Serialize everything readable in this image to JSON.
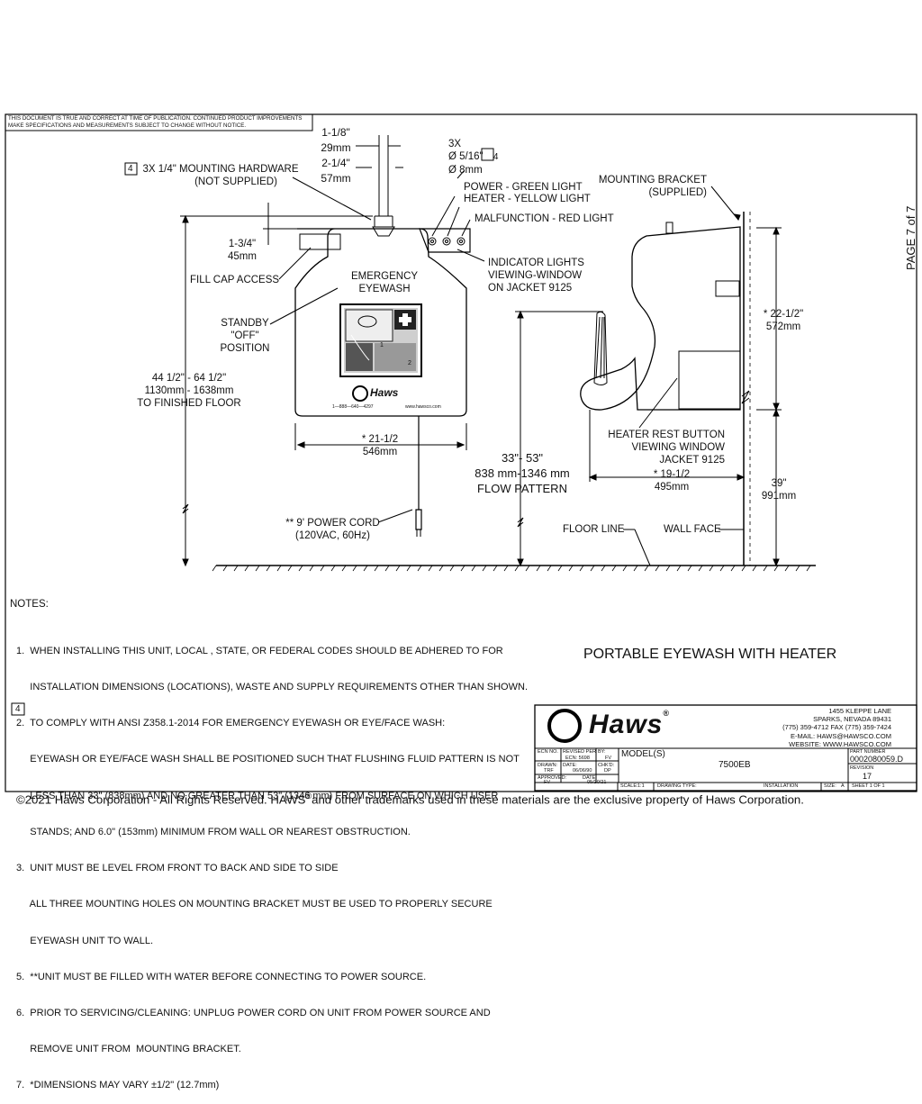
{
  "disclaimer": [
    "THIS DOCUMENT IS TRUE AND CORRECT AT TIME OF PUBLICATION. CONTINUED PRODUCT IMPROVEMENTS",
    "MAKE SPECIFICATIONS AND MEASUREMENTS SUBJECT TO CHANGE WITHOUT NOTICE."
  ],
  "page_label": "PAGE 7 of 7",
  "dims": {
    "top_width": [
      "1-1/8\"",
      "29mm",
      "2-1/4\"",
      "57mm"
    ],
    "holes": [
      "3X",
      "Ø 5/16\"",
      "4",
      "Ø 8mm"
    ],
    "hardware": [
      "3X 1/4\" MOUNTING HARDWARE",
      "(NOT SUPPLIED)"
    ],
    "hardware_ref": "4",
    "top_gap": [
      "1-3/4\"",
      "45mm"
    ],
    "height_to_floor": [
      "44 1/2\" - 64 1/2\"",
      "1130mm - 1638mm",
      "TO FINISHED FLOOR"
    ],
    "unit_width": [
      "* 21-1/2",
      "546mm"
    ],
    "flow_pattern": [
      "33\"- 53\"",
      "838 mm-1346 mm",
      "FLOW PATTERN"
    ],
    "depth": [
      "* 19-1/2",
      "495mm"
    ],
    "side_height": [
      "* 22-1/2\"",
      "572mm"
    ],
    "floor_height": [
      "39\"",
      "991mm"
    ]
  },
  "callouts": {
    "power_light": "POWER - GREEN LIGHT",
    "heater_light": "HEATER - YELLOW LIGHT",
    "malfunction_light": "MALFUNCTION - RED LIGHT",
    "mounting_bracket": [
      "MOUNTING BRACKET",
      "(SUPPLIED)"
    ],
    "fill_cap": "FILL CAP ACCESS",
    "indicator": [
      "INDICATOR LIGHTS",
      "VIEWING-WINDOW",
      "ON JACKET 9125"
    ],
    "standby": [
      "STANDBY",
      "\"OFF\"",
      "POSITION"
    ],
    "heater_rest": [
      "HEATER REST BUTTON",
      "VIEWING WINDOW",
      "JACKET 9125"
    ],
    "power_cord": [
      "** 9' POWER CORD",
      "(120VAC, 60Hz)"
    ],
    "floor_line": "FLOOR LINE",
    "wall_face": "WALL FACE"
  },
  "unit": {
    "title": [
      "EMERGENCY",
      "EYEWASH"
    ],
    "phone": "1—888—640—4297",
    "web": "www.hawsco.com",
    "logo": "Haws",
    "panel_numbers": [
      "1",
      "2"
    ]
  },
  "notes_title": "NOTES:",
  "notes": [
    "1.  WHEN INSTALLING THIS UNIT, LOCAL , STATE, OR FEDERAL CODES SHOULD BE ADHERED TO FOR",
    "     INSTALLATION DIMENSIONS (LOCATIONS), WASTE AND SUPPLY REQUIREMENTS OTHER THAN SHOWN.",
    "2.  TO COMPLY WITH ANSI Z358.1-2014 FOR EMERGENCY EYEWASH OR EYE/FACE WASH:",
    "     EYEWASH OR EYE/FACE WASH SHALL BE POSITIONED SUCH THAT FLUSHING FLUID PATTERN IS NOT",
    "     LESS THAN 33\" (838mm) AND NO GREATER THAN 53\" (1346 mm) FROM SURFACE ON WHICH USER",
    "     STANDS; AND 6.0\" (153mm) MINIMUM FROM WALL OR NEAREST OBSTRUCTION.",
    "3.  UNIT MUST BE LEVEL FROM FRONT TO BACK AND SIDE TO SIDE",
    "     ALL THREE MOUNTING HOLES ON MOUNTING BRACKET MUST BE USED TO PROPERLY SECURE",
    "     EYEWASH UNIT TO WALL.",
    "5.  **UNIT MUST BE FILLED WITH WATER BEFORE CONNECTING TO POWER SOURCE.",
    "6.  PRIOR TO SERVICING/CLEANING: UNPLUG POWER CORD ON UNIT FROM POWER SOURCE AND",
    "     REMOVE UNIT FROM  MOUNTING BRACKET.",
    "7.  *DIMENSIONS MAY VARY ±1/2\" (12.7mm)"
  ],
  "note4_box": "4",
  "product_title": "PORTABLE EYEWASH WITH HEATER",
  "title_block": {
    "logo": "Haws",
    "address": [
      "1455 KLEPPE LANE",
      "SPARKS, NEVADA  89431",
      "(775) 359-4712  FAX (775) 359-7424",
      "E-MAIL:  HAWS@HAWSCO.COM",
      "WEBSITE: WWW.HAWSCO.COM"
    ],
    "ecn_no_label": "ECN NO.",
    "ecn_no": "",
    "revised_per_label": "REVISED PER",
    "revised_per": "ECN: 5698",
    "by_label": "BY:",
    "by": "FV",
    "model_label": "MODEL(S)",
    "model": "7500EB",
    "part_number_label": "PART NUMBER",
    "part_number": "0002080059.D",
    "drawn_label": "DRAWN:",
    "drawn": "TRF",
    "date_label": "DATE:",
    "date": "06/06/90",
    "chkd_label": "CHK'D:",
    "chkd": "DP",
    "revision_label": "REVISION",
    "revision": "17",
    "approved_label": "APPROVED:",
    "approved": "FV",
    "date2_label": "DATE:",
    "date2": "05/20/21",
    "scale_label": "SCALE:",
    "scale": "1:1",
    "drawing_type_label": "DRAWING TYPE:",
    "drawing_type": "INSTALLATION",
    "size_label": "SIZE:",
    "size": "A",
    "sheet_label": "SHEET  1  OF  1"
  },
  "copyright": "©2021 Haws Corporation - All Rights Reserved.  HAWS",
  "copyright_reg": "®",
  "copyright_tail": "and other trademarks used in these materials are the exclusive property of Haws Corporation."
}
